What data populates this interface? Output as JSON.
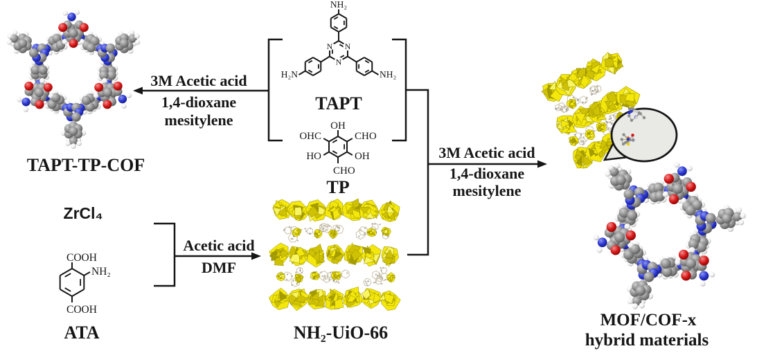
{
  "scheme": {
    "background": "#ffffff",
    "text_color": "#161616",
    "labels": {
      "cof": "TAPT-TP-COF",
      "tapt": "TAPT",
      "tp": "TP",
      "zrcl4": "ZrCl₄",
      "ata": "ATA",
      "mof": "NH₂-UiO-66",
      "hybrid_line1": "MOF/COF-x",
      "hybrid_line2": "hybrid materials"
    },
    "reactions": {
      "cof_synthesis": {
        "direction": "left",
        "lines": [
          "3M Acetic acid",
          "1,4-dioxane",
          "mesitylene"
        ]
      },
      "hybrid_synthesis": {
        "direction": "right",
        "lines": [
          "3M Acetic acid",
          "1,4-dioxane",
          "mesitylene"
        ]
      },
      "mof_synthesis": {
        "direction": "right",
        "lines": [
          "Acetic acid",
          "DMF"
        ]
      }
    },
    "structures": {
      "tapt": {
        "ring_n_1": "N",
        "ring_n_2": "N",
        "ring_n_3": "N",
        "amine_top": "NH₂",
        "amine_left": "H₂N",
        "amine_right": "NH₂"
      },
      "tp": {
        "top": "OH",
        "upper_right": "CHO",
        "lower_right": "OH",
        "bottom": "CHO",
        "lower_left": "HO",
        "upper_left": "OHC"
      },
      "ata": {
        "top": "COOH",
        "right": "NH₂",
        "bottom": "COOH"
      }
    },
    "colors": {
      "carbon": "#8d8d8d",
      "nitrogen": "#2a35cf",
      "oxygen": "#d31414",
      "hydrogen": "#f0f0f0",
      "mof_yellow": "#f3e70c",
      "mof_yellow_light": "#f9f462",
      "mof_yellow_dark": "#cfc104",
      "mof_yellow_deep": "#a59c00",
      "mof_edge": "#8f8800",
      "linker": "#cfc8b2",
      "magnifier_fill": "#e9e9e6"
    }
  }
}
